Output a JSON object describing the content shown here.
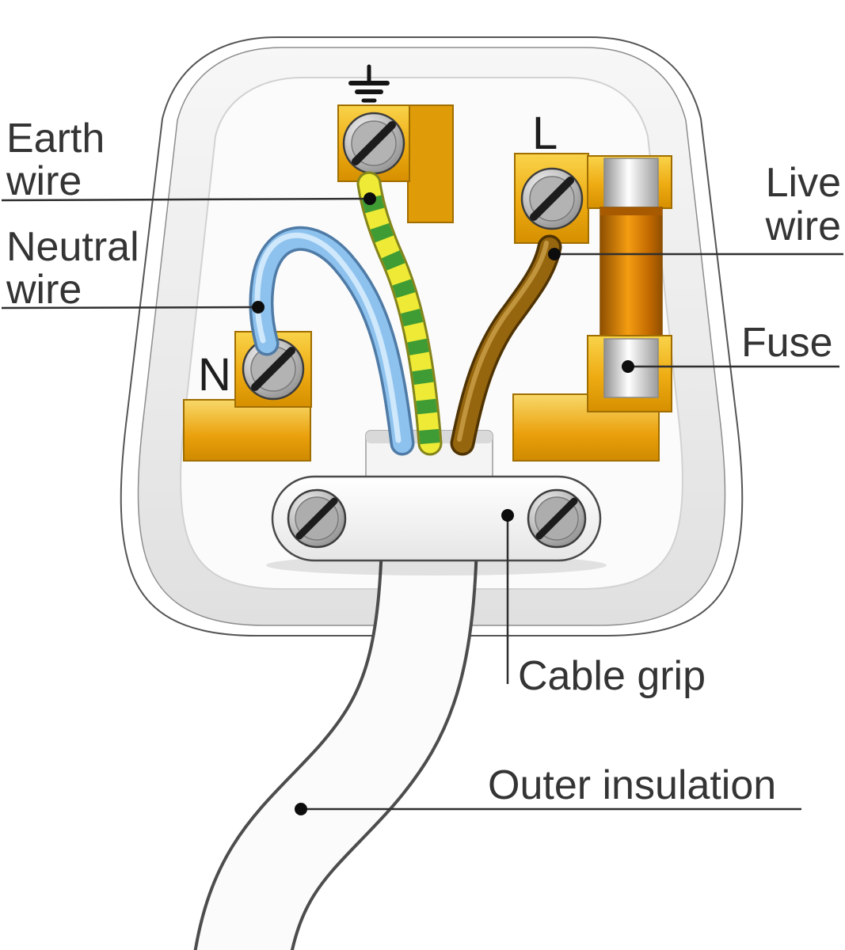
{
  "labels": {
    "earth_wire": {
      "line1": "Earth",
      "line2": "wire"
    },
    "neutral_wire": {
      "line1": "Neutral",
      "line2": "wire"
    },
    "live_wire": {
      "line1": "Live",
      "line2": "wire"
    },
    "fuse": "Fuse",
    "cable_grip": "Cable grip",
    "outer_insulation": "Outer insulation",
    "live_terminal": "L",
    "neutral_terminal": "N"
  },
  "colors": {
    "brass_terminal": "#eeab12",
    "neutral_wire_blue": "#8ec2ee",
    "earth_wire_yellow": "#eeea35",
    "earth_wire_green": "#3f9c34",
    "live_wire_brown": "#96660e",
    "fuse_body_orange": "#f59d12",
    "plug_body_grey": "#ededed",
    "label_text": "#343434"
  }
}
